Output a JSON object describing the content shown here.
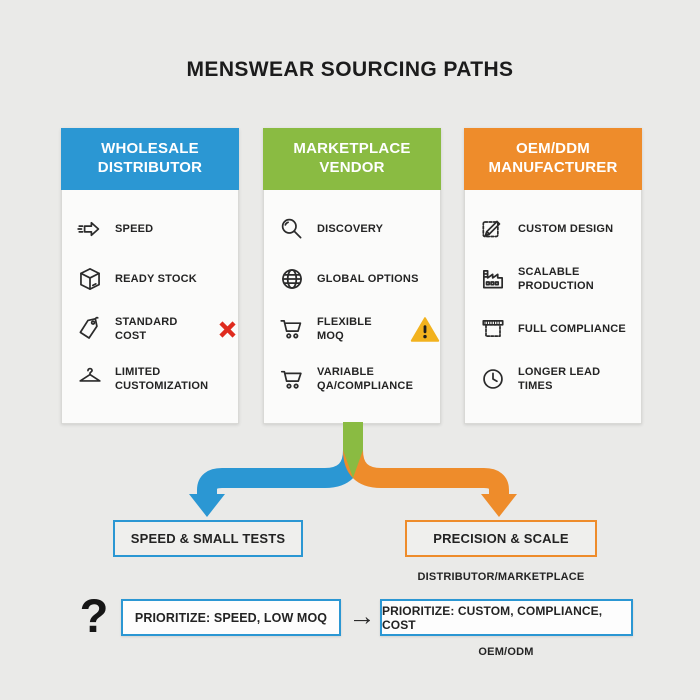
{
  "title": "MENSWEAR SOURCING PATHS",
  "colors": {
    "background": "#EAEAE8",
    "blue": "#2B97D3",
    "green": "#8ABB42",
    "orange": "#EE8C2B",
    "red_cross": "#DF2B1E",
    "warning_yellow": "#F2B21E",
    "text_dark": "#242424"
  },
  "columns": [
    {
      "header": "WHOLESALE DISTRIBUTOR",
      "accent": "#2B97D3",
      "items": [
        {
          "icon": "speed-icon",
          "label": "SPEED"
        },
        {
          "icon": "package-icon",
          "label": "READY STOCK"
        },
        {
          "icon": "price-tag-icon",
          "label": "STANDARD COST",
          "badge": "cross-icon"
        },
        {
          "icon": "hanger-icon",
          "label": "LIMITED CUSTOMIZATION"
        }
      ]
    },
    {
      "header": "MARKETPLACE VENDOR",
      "accent": "#8ABB42",
      "items": [
        {
          "icon": "magnifier-icon",
          "label": "DISCOVERY"
        },
        {
          "icon": "globe-icon",
          "label": "GLOBAL OPTIONS"
        },
        {
          "icon": "cart-icon",
          "label": "FLEXIBLE MOQ",
          "badge": "warning-icon"
        },
        {
          "icon": "cart-icon",
          "label": "VARIABLE QA/COMPLIANCE"
        }
      ]
    },
    {
      "header": "OEM/DDM MANUFACTURER",
      "accent": "#EE8C2B",
      "items": [
        {
          "icon": "custom-design-icon",
          "label": "CUSTOM DESIGN"
        },
        {
          "icon": "factory-icon",
          "label": "SCALABLE PRODUCTION"
        },
        {
          "icon": "fabric-icon",
          "label": "FULL COMPLIANCE"
        },
        {
          "icon": "clock-icon",
          "label": "LONGER LEAD TIMES"
        }
      ]
    }
  ],
  "outcomes": {
    "left": {
      "label": "SPEED & SMALL TESTS",
      "accent": "#2B97D3"
    },
    "right": {
      "label": "PRECISION & SCALE",
      "accent": "#EE8C2B",
      "sublabel": "DISTRIBUTOR/MARKETPLACE"
    }
  },
  "decision": {
    "question_mark": "?",
    "step1": "PRIORITIZE: SPEED, LOW MOQ",
    "arrow": "→",
    "step2": "PRIORITIZE: CUSTOM, COMPLIANCE, COST",
    "step2_sublabel": "OEM/ODM"
  }
}
